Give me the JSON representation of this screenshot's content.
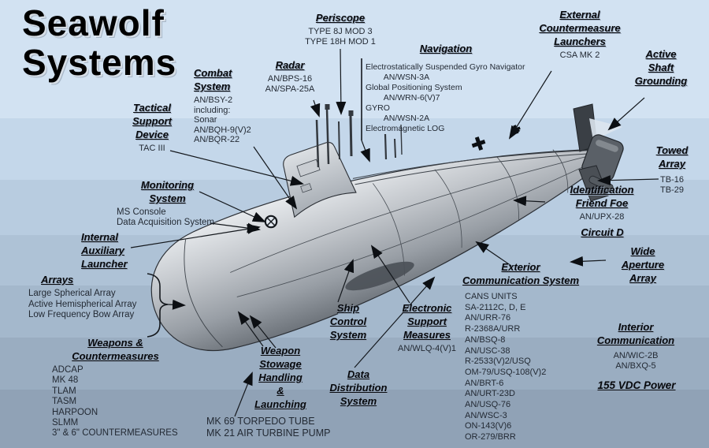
{
  "page": {
    "title": "Seawolf\nSystems"
  },
  "colors": {
    "background_top": "#d2e2f2",
    "background_bottom": "#90a2b6",
    "hull_gray": "#b6bcc2",
    "heading_text": "#000000",
    "body_text": "#232a34"
  },
  "labels": {
    "tactical": {
      "title": "Tactical\nSupport\nDevice",
      "body": "TAC III"
    },
    "combat": {
      "title": "Combat\nSystem",
      "body": "AN/BSY-2\nincluding:\nSonar\nAN/BQH-9(V)2\nAN/BQR-22"
    },
    "radar": {
      "title": "Radar",
      "body": "AN/BPS-16\nAN/SPA-25A"
    },
    "periscope": {
      "title": "Periscope",
      "body": "TYPE 8J MOD 3\nTYPE 18H MOD 1"
    },
    "navigation": {
      "title": "Navigation",
      "body": "Electrostatically Suspended Gyro Navigator\n        AN/WSN-3A\nGlobal Positioning System\n        AN/WRN-6(V)7\nGYRO\n        AN/WSN-2A\nElectromagnetic LOG"
    },
    "external_countermeasures": {
      "title": "External\nCountermeasure\nLaunchers",
      "body": "CSA MK 2"
    },
    "active_shaft_grounding": {
      "title": "Active\nShaft\nGrounding"
    },
    "towed_array": {
      "title": "Towed\nArray",
      "body": "TB-16\nTB-29"
    },
    "iff": {
      "title": "Identification\nFriend Foe",
      "body": "AN/UPX-28"
    },
    "circuit_d": {
      "title": "Circuit D"
    },
    "wide_aperture_array": {
      "title": "Wide\nAperture\nArray"
    },
    "interior_communication": {
      "title": "Interior\nCommunication",
      "body": "AN/WIC-2B\nAN/BXQ-5"
    },
    "power": {
      "title": "155 VDC Power"
    },
    "exterior_communication": {
      "title": "Exterior\nCommunication System",
      "body": "CANS UNITS\nSA-2112C, D, E\nAN/URR-76\nR-2368A/URR\nAN/BSQ-8\nAN/USC-38\nR-2533(V)2/USQ\nOM-79/USQ-108(V)2\nAN/BRT-6\nAN/URT-23D\nAN/USQ-76\nAN/WSC-3\nON-143(V)6\nOR-279/BRR"
    },
    "esm": {
      "title": "Electronic\nSupport\nMeasures",
      "body": "AN/WLQ-4(V)1"
    },
    "ship_control": {
      "title": "Ship\nControl\nSystem"
    },
    "data_distribution": {
      "title": "Data\nDistribution\nSystem"
    },
    "weapon_stowage": {
      "title": "Weapon\nStowage\nHandling\n&\nLaunching"
    },
    "torpedo": {
      "body": "MK 69 TORPEDO TUBE\nMK 21 AIR TURBINE PUMP"
    },
    "monitoring": {
      "title": "Monitoring\nSystem",
      "body": "MS Console\nData Acquisition System"
    },
    "internal_auxiliary_launcher": {
      "title": "Internal\nAuxiliary\nLauncher"
    },
    "arrays": {
      "title": "Arrays",
      "body": "Large Spherical Array\nActive Hemispherical Array\nLow Frequency Bow Array"
    },
    "weapons": {
      "title": "Weapons &\nCountermeasures",
      "body": "ADCAP\nMK 48\nTLAM\nTASM\nHARPOON\nSLMM\n3\" & 6\" COUNTERMEASURES"
    }
  }
}
